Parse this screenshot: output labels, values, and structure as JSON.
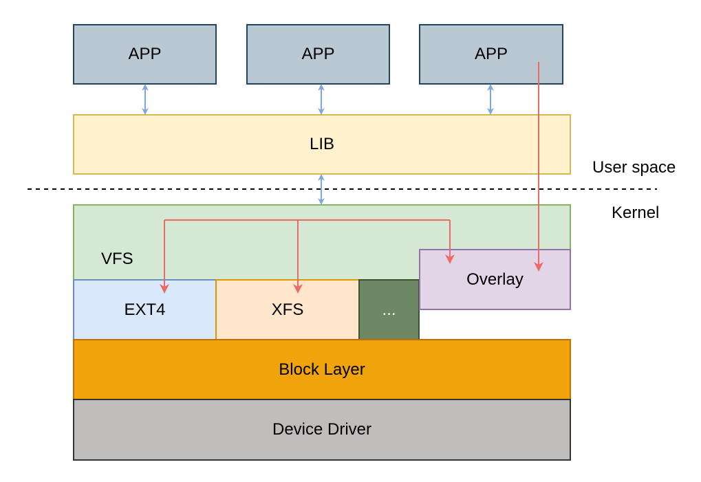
{
  "apps": [
    {
      "label": "APP"
    },
    {
      "label": "APP"
    },
    {
      "label": "APP"
    }
  ],
  "lib": {
    "label": "LIB"
  },
  "regions": {
    "user_space": "User space",
    "kernel": "Kernel"
  },
  "vfs": {
    "label": "VFS"
  },
  "filesystems": {
    "ext4": "EXT4",
    "xfs": "XFS",
    "more": "...",
    "overlay": "Overlay"
  },
  "block_layer": {
    "label": "Block Layer"
  },
  "device_driver": {
    "label": "Device Driver"
  },
  "colors": {
    "app_fill": "#bac8d3",
    "lib_fill": "#fff2cc",
    "vfs_fill": "#d5e8d4",
    "ext4_fill": "#dae8fc",
    "xfs_fill": "#ffe6cc",
    "more_fill": "#6d8764",
    "overlay_fill": "#e1d5e7",
    "block_fill": "#f0a30a",
    "driver_fill": "#bfbcbc",
    "bidirectional_arrow": "#7ea6e0",
    "io_path_arrow": "#ea6b66"
  }
}
